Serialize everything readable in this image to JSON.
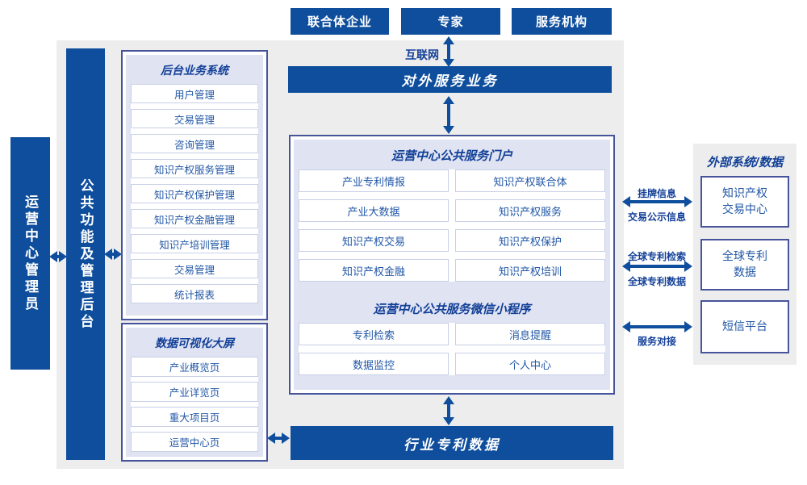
{
  "colors": {
    "primary_blue": "#0e4e9d",
    "light_gray_bg": "#ededed",
    "lavender_header_bg": "#dfe3f2",
    "dark_border": "#46549c",
    "light_border": "#c9d0e6",
    "item_text_blue": "#2257a6",
    "title_text_blue": "#123f97"
  },
  "top_actors": {
    "items": [
      "联合体企业",
      "专家",
      "服务机构"
    ]
  },
  "internet": {
    "label": "互联网"
  },
  "bars": {
    "external_service": "对外服务业务",
    "industry_patent_data": "行业专利数据"
  },
  "vertical_bars": {
    "operation_admin": "运营中心管理员",
    "public_backend": "公共功能及管理后台"
  },
  "backend_panel": {
    "title": "后台业务系统",
    "items": [
      "用户管理",
      "交易管理",
      "咨询管理",
      "知识产权服务管理",
      "知识产权保护管理",
      "知识产权金融管理",
      "知识产培训管理",
      "交易管理",
      "统计报表"
    ]
  },
  "dashboard_panel": {
    "title": "数据可视化大屏",
    "items": [
      "产业概览页",
      "产业详览页",
      "重大项目页",
      "运营中心页"
    ]
  },
  "portal": {
    "title": "运营中心公共服务门户",
    "items": [
      "产业专利情报",
      "知识产权联合体",
      "产业大数据",
      "知识产权服务",
      "知识产权交易",
      "知识产权保护",
      "知识产权金融",
      "知识产权培训"
    ]
  },
  "miniprogram": {
    "title": "运营中心公共服务微信小程序",
    "items": [
      "专利检索",
      "消息提醒",
      "数据监控",
      "个人中心"
    ]
  },
  "external_panel": {
    "title": "外部系统/数据",
    "systems": [
      "知识产权\n交易中心",
      "全球专利\n数据",
      "短信平台"
    ]
  },
  "connections": {
    "c1_top": "挂牌信息",
    "c1_bottom": "交易公示信息",
    "c2_top": "全球专利检索",
    "c2_bottom": "全球专利数据",
    "c3_bottom": "服务对接"
  }
}
